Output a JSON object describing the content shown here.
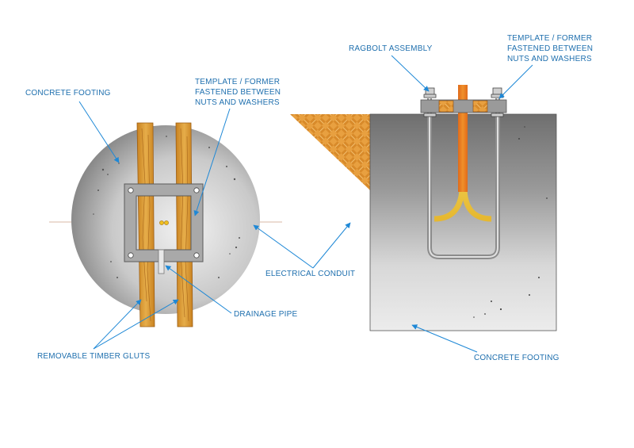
{
  "labels": {
    "concrete_footing_left": "CONCRETE FOOTING",
    "template_left_line1": "TEMPLATE / FORMER",
    "template_left_line2": "FASTENED BETWEEN",
    "template_left_line3": "NUTS AND WASHERS",
    "ragbolt": "RAGBOLT ASSEMBLY",
    "template_right_line1": "TEMPLATE / FORMER",
    "template_right_line2": "FASTENED BETWEEN",
    "template_right_line3": "NUTS AND WASHERS",
    "electrical_conduit": "ELECTRICAL CONDUIT",
    "drainage_pipe": "DRAINAGE PIPE",
    "timber_gluts": "REMOVABLE TIMBER GLUTS",
    "concrete_footing_right": "CONCRETE FOOTING"
  },
  "colors": {
    "label_text": "#1e6fae",
    "leader_line": "#1e88d6",
    "timber": "#e0a13a",
    "conduit": "#e88a2a",
    "steel": "#b8b8b8",
    "concrete_dark": "#7a7a7a",
    "concrete_light": "#e6e6e6"
  }
}
